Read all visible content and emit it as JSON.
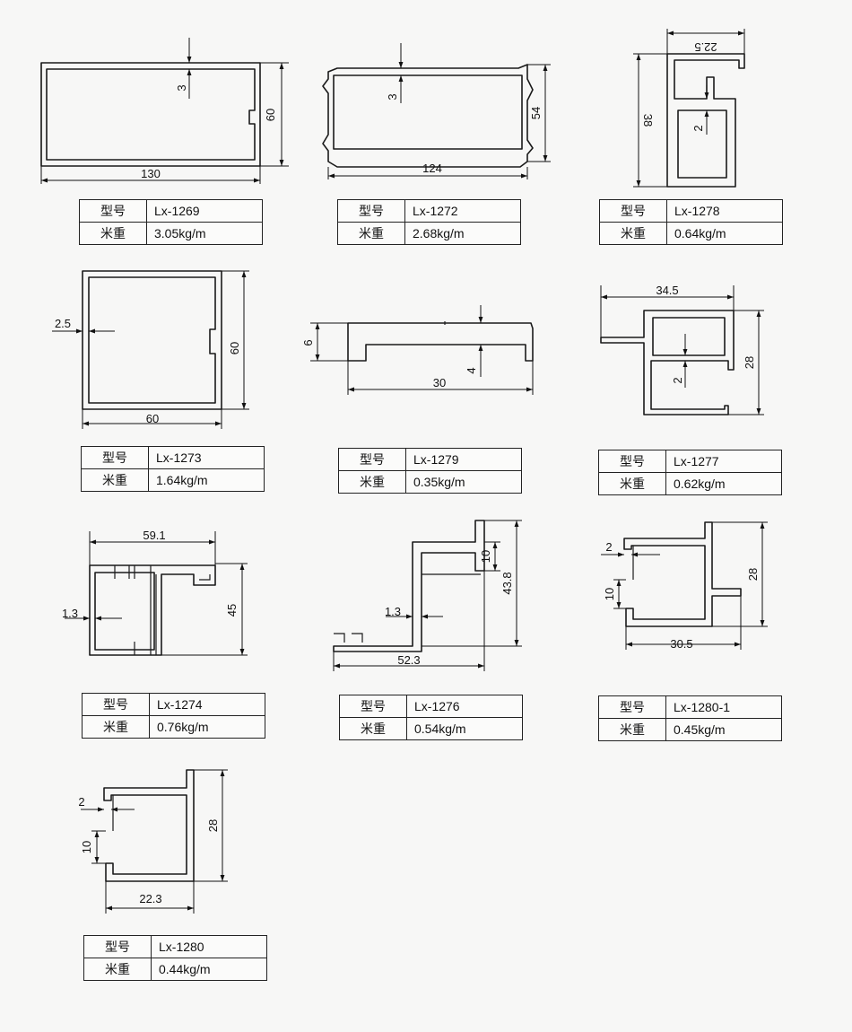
{
  "labels": {
    "model": "型号",
    "weight": "米重"
  },
  "profiles": [
    {
      "model": "Lx-1269",
      "weight": "3.05kg/m",
      "dims": [
        "130",
        "60",
        "3"
      ]
    },
    {
      "model": "Lx-1272",
      "weight": "2.68kg/m",
      "dims": [
        "124",
        "54",
        "3"
      ]
    },
    {
      "model": "Lx-1278",
      "weight": "0.64kg/m",
      "dims": [
        "22.5",
        "38",
        "2"
      ]
    },
    {
      "model": "Lx-1273",
      "weight": "1.64kg/m",
      "dims": [
        "60",
        "60",
        "2.5"
      ]
    },
    {
      "model": "Lx-1279",
      "weight": "0.35kg/m",
      "dims": [
        "30",
        "6",
        "4"
      ]
    },
    {
      "model": "Lx-1277",
      "weight": "0.62kg/m",
      "dims": [
        "34.5",
        "28",
        "2"
      ]
    },
    {
      "model": "Lx-1274",
      "weight": "0.76kg/m",
      "dims": [
        "59.1",
        "45",
        "1.3"
      ]
    },
    {
      "model": "Lx-1276",
      "weight": "0.54kg/m",
      "dims": [
        "52.3",
        "43.8",
        "10",
        "1.3"
      ]
    },
    {
      "model": "Lx-1280-1",
      "weight": "0.45kg/m",
      "dims": [
        "30.5",
        "28",
        "10",
        "2"
      ]
    },
    {
      "model": "Lx-1280",
      "weight": "0.44kg/m",
      "dims": [
        "22.3",
        "28",
        "10",
        "2"
      ]
    }
  ]
}
